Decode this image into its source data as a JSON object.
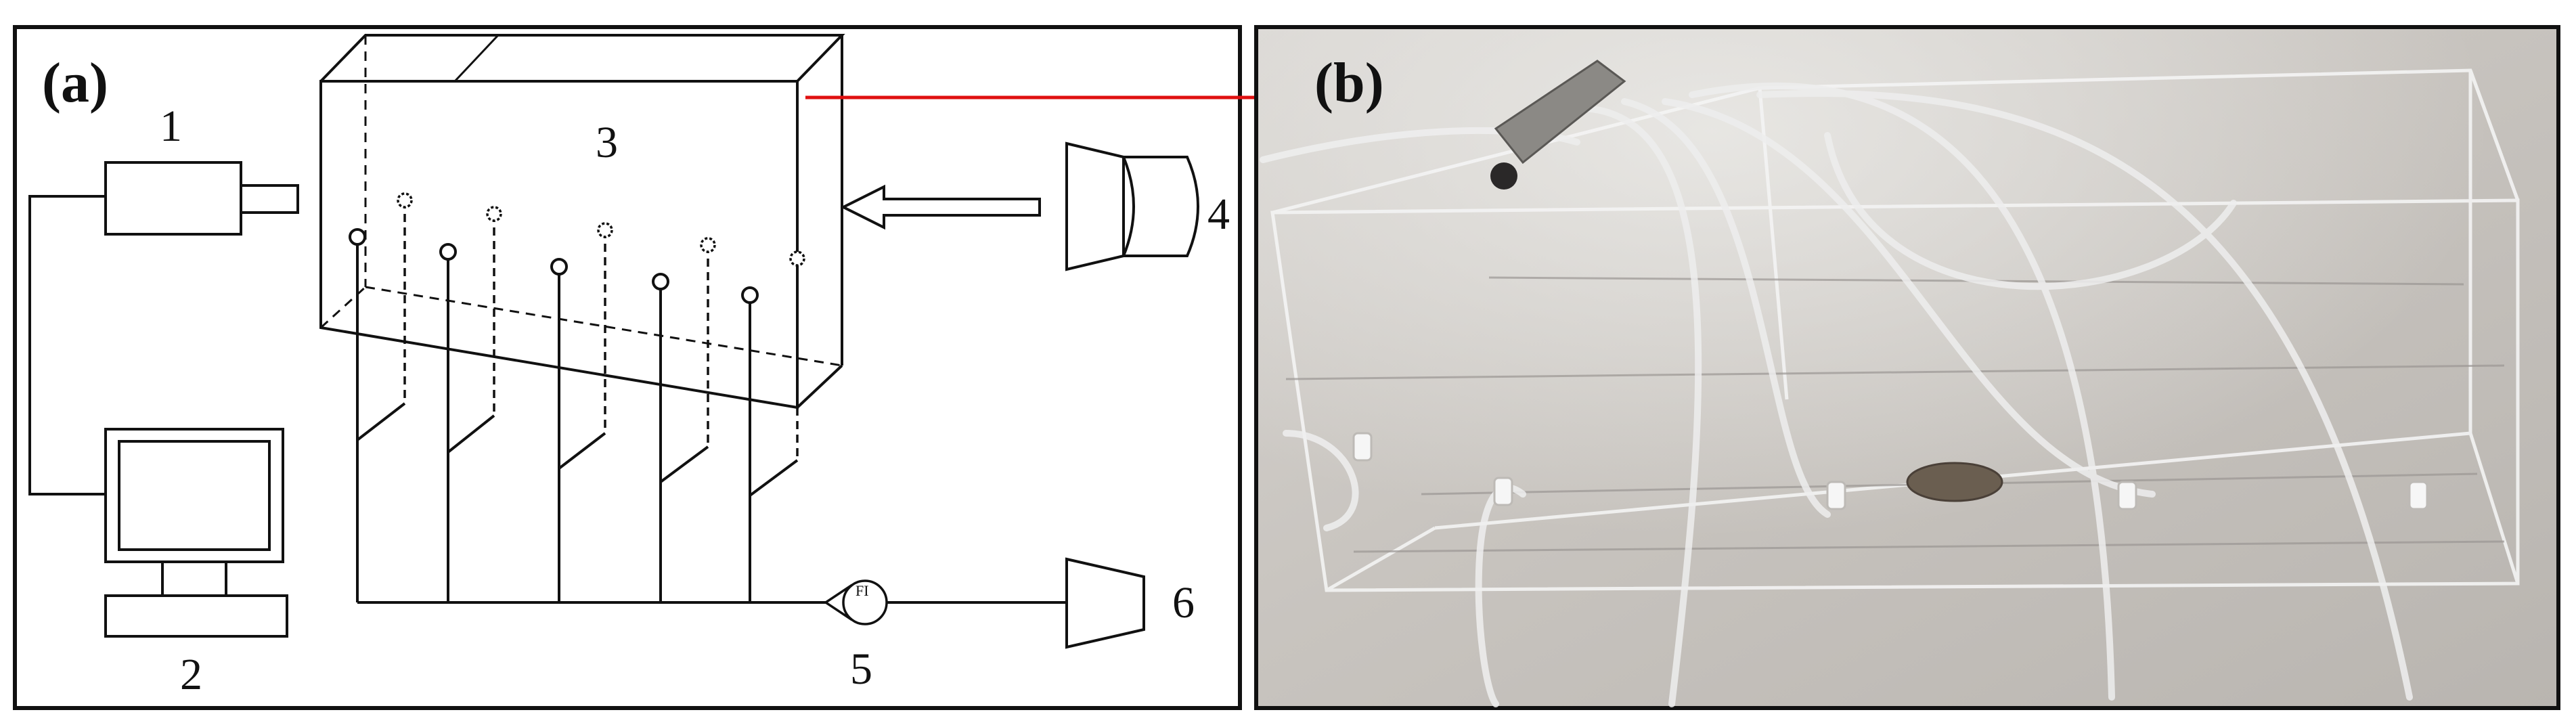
{
  "figure": {
    "panel_a": {
      "label": "(a)",
      "components": [
        {
          "id": "1",
          "label": "1",
          "icon": "camera-icon"
        },
        {
          "id": "2",
          "label": "2",
          "icon": "computer-icon"
        },
        {
          "id": "3",
          "label": "3",
          "icon": "transparent-tank"
        },
        {
          "id": "4",
          "label": "4",
          "icon": "light-source-icon"
        },
        {
          "id": "5",
          "label": "5",
          "icon": "flow-meter-icon",
          "inner_text": "FI"
        },
        {
          "id": "6",
          "label": "6",
          "icon": "pump-icon"
        }
      ]
    },
    "panel_b": {
      "label": "(b)",
      "description_icon": "photo-of-tank"
    },
    "colors": {
      "link_arrow": "#e01010",
      "lines": "#111111",
      "photo_bg": "#c9c5c0"
    }
  }
}
